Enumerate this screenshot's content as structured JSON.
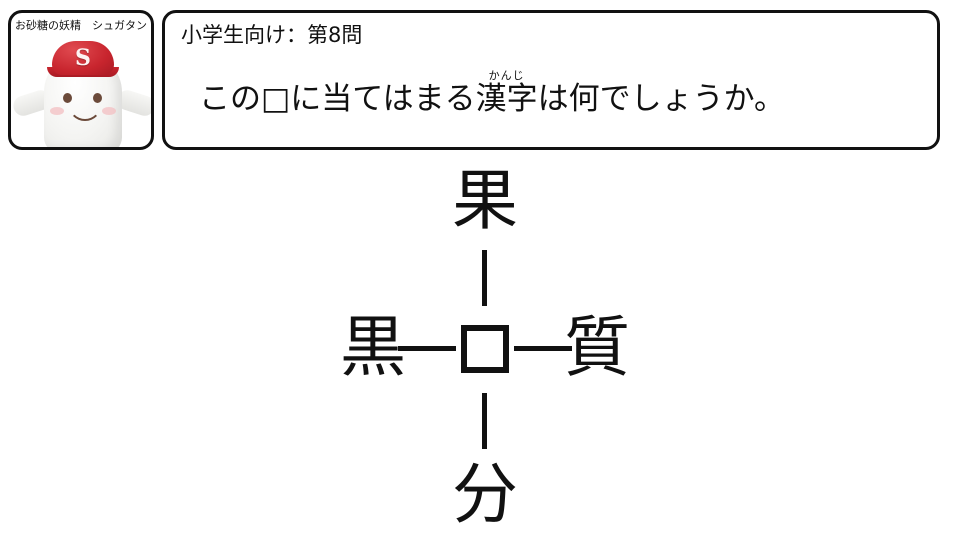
{
  "avatar": {
    "caption": "お砂糖の妖精　シュガタン",
    "cap_letter": "S",
    "cap_color": "#c8252e",
    "body_color": "#f4f4f2"
  },
  "question": {
    "header": "小学生向け：第8問",
    "level": "小学生向け",
    "number": "第8問",
    "body_prefix": "この□に当てはまる",
    "body_kanji": "漢字",
    "body_furigana": "かんじ",
    "body_suffix": "は何でしょうか。",
    "full_text": "この□に当てはまる漢字は何でしょうか。"
  },
  "puzzle": {
    "top": "果",
    "left": "黒",
    "right": "質",
    "bottom": "分",
    "center": "□",
    "center_is_blank": true
  }
}
